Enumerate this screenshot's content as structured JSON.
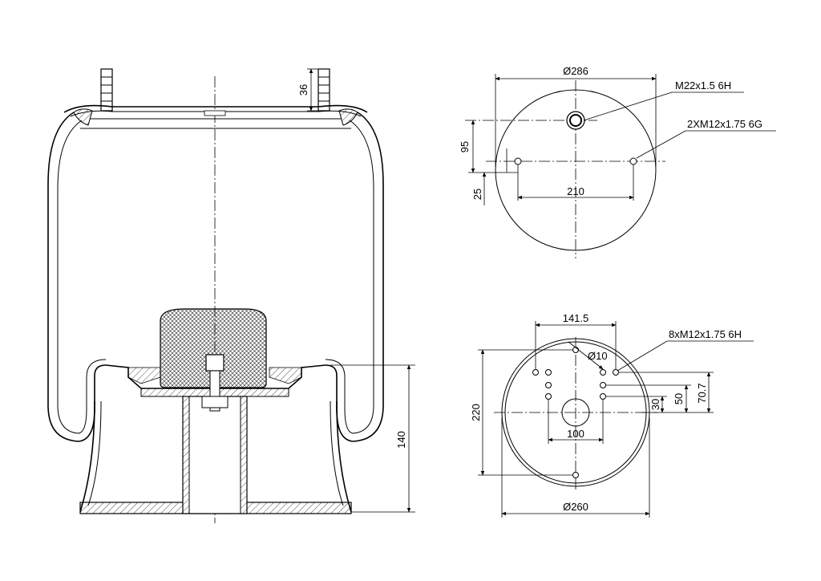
{
  "side_view": {
    "stud_height": "36",
    "piston_height": "140"
  },
  "top_plate_view": {
    "diameter": "Ø286",
    "center_thread": "M22x1.5 6H",
    "side_thread": "2XM12x1.75 6G",
    "offset_95": "95",
    "offset_25": "25",
    "hole_spacing": "210"
  },
  "bottom_view": {
    "spacing_top": "141.5",
    "hole_diameter": "Ø10",
    "thread_callout": "8xM12x1.75 6H",
    "height_220": "220",
    "dim_70_7": "70.7",
    "dim_50": "50",
    "dim_30": "30",
    "spacing_100": "100",
    "diameter": "Ø260"
  }
}
